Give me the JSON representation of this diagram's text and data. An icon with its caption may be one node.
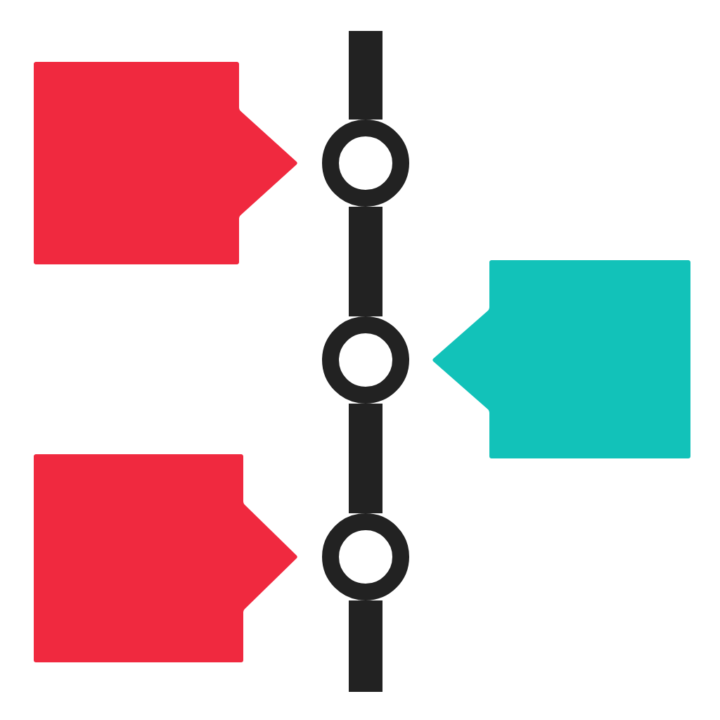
{
  "diagram": {
    "nodes": [
      {
        "text": [],
        "shape": "box"
      },
      {
        "text": [],
        "shape": "box"
      },
      {
        "text": [],
        "shape": "box"
      },
      {
        "text": [],
        "shape": "circle"
      },
      {
        "text": [],
        "shape": "circle"
      },
      {
        "text": [],
        "shape": "circle"
      }
    ],
    "edges": [
      {
        "from": null,
        "to": 3,
        "arrow": "none"
      },
      {
        "from": 3,
        "to": 4,
        "arrow": "none"
      },
      {
        "from": 4,
        "to": 5,
        "arrow": "none"
      },
      {
        "from": 5,
        "to": null,
        "arrow": "none"
      }
    ]
  }
}
